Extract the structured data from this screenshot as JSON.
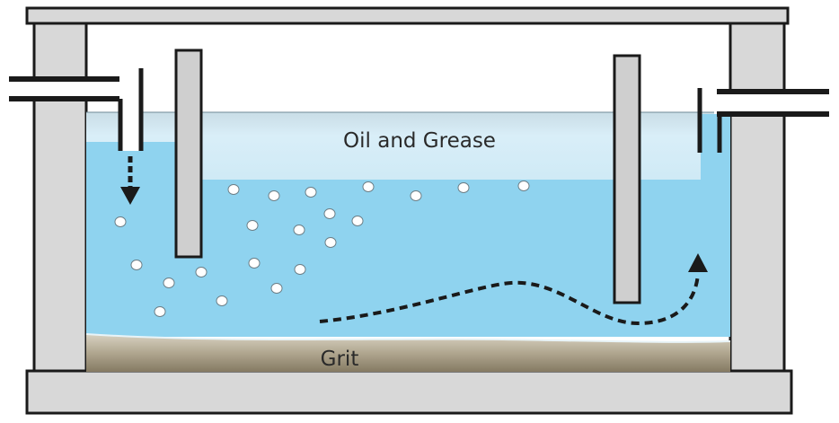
{
  "labels": {
    "oil_grease": "Oil and Grease",
    "grit": "Grit"
  },
  "particle_count": 23,
  "colors": {
    "concrete": "#d8d8d8",
    "outline": "#1a1a1a",
    "water": "#8fd3ef",
    "oil_layer": "#d2ecf7",
    "grit": "#9a8f7a",
    "baffle": "#cfcfcf",
    "particle": "#ffffff",
    "flow_arrow": "#1a1a1a"
  },
  "icons": {
    "inflow_arrow": "dashed-down-arrow-icon",
    "outflow_arrow": "dashed-curved-arrow-icon"
  }
}
